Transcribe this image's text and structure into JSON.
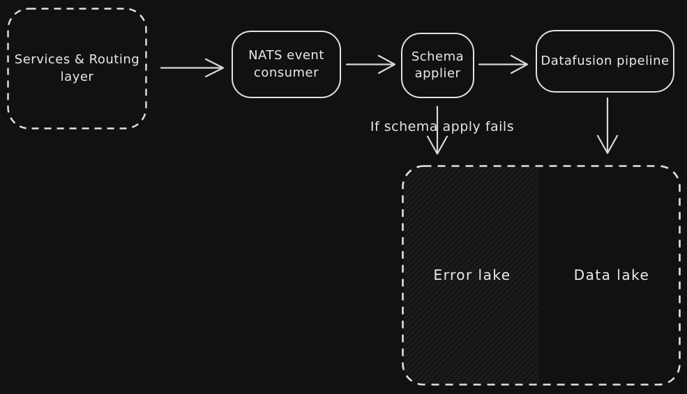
{
  "canvas": {
    "background_color": "#111111",
    "stroke_color": "#e8e8e8",
    "hatch_base_color": "#151515"
  },
  "nodes": {
    "services": {
      "label": "Services & Routing\nlayer",
      "style": "dashed"
    },
    "nats": {
      "label": "NATS event\nconsumer",
      "style": "solid"
    },
    "schema": {
      "label": "Schema\napplier",
      "style": "solid"
    },
    "datafusion": {
      "label": "Datafusion pipeline",
      "style": "solid"
    }
  },
  "edges": {
    "services_to_nats": {
      "direction": "right"
    },
    "nats_to_schema": {
      "direction": "right"
    },
    "schema_to_datafusion": {
      "direction": "right"
    },
    "schema_to_error_lake": {
      "direction": "down",
      "label": "If schema apply fails"
    },
    "datafusion_to_data_lake": {
      "direction": "down"
    }
  },
  "lakes": {
    "container_style": "dashed",
    "error": {
      "label": "Error lake",
      "fill": "hatched"
    },
    "data": {
      "label": "Data lake",
      "fill": "none"
    }
  }
}
